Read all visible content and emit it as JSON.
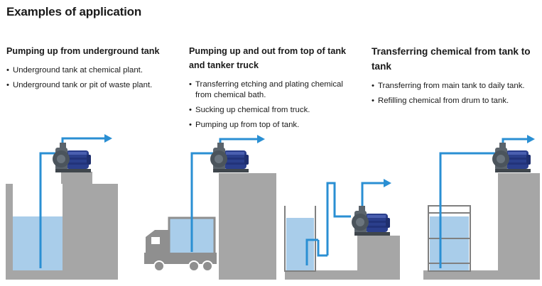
{
  "page": {
    "title": "Examples of application"
  },
  "sections": [
    {
      "heading": "Pumping up from underground tank",
      "bullets": [
        "Underground tank at chemical plant.",
        "Underground tank or pit of waste plant."
      ]
    },
    {
      "heading": "Pumping up and out from top of tank and tanker truck",
      "bullets": [
        "Transferring etching and plating chemical from chemical bath.",
        "Sucking up chemical from truck.",
        "Pumping up from top of tank."
      ]
    },
    {
      "heading": "Transferring chemical from tank to tank",
      "bullets": [
        "Transferring from main tank to daily tank.",
        "Refilling chemical from drum to tank."
      ]
    }
  ],
  "colors": {
    "concrete": "#a6a6a6",
    "liquid": "#a9cdea",
    "pipe": "#2a8fd3",
    "motor": "#2b3f8c",
    "pump_body": "#5b646c",
    "tank_outline": "#808080",
    "truck": "#8f8f8f"
  },
  "icons": [
    "pump-icon",
    "flow-arrow-icon",
    "tanker-truck-icon",
    "chemical-drum-icon"
  ]
}
